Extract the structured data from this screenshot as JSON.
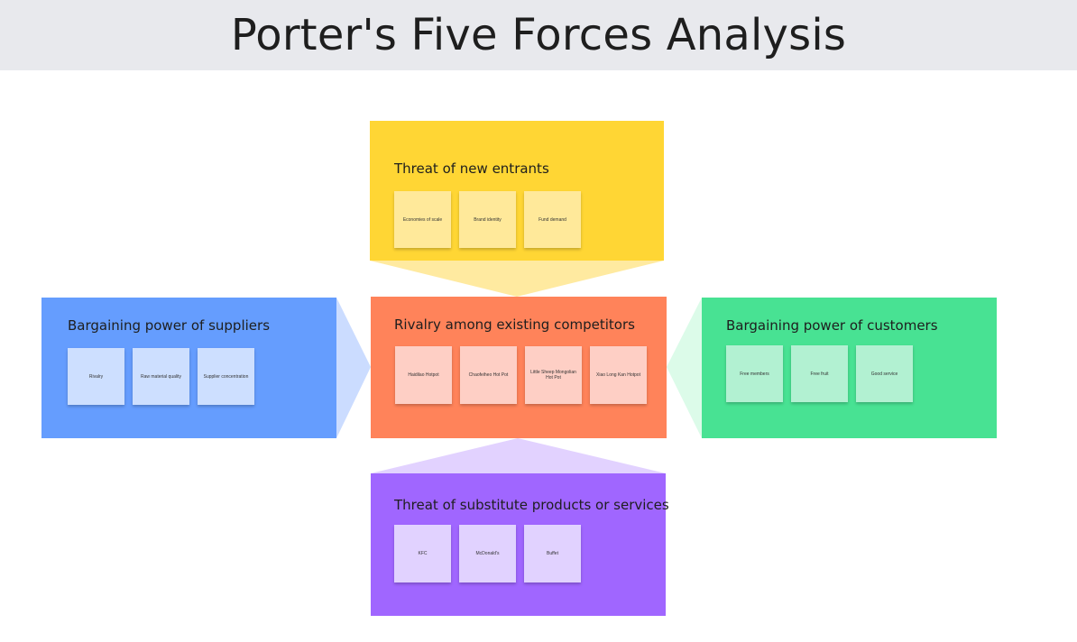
{
  "title": "Porter's Five Forces Analysis",
  "colors": {
    "header_bg": "#e8e9ed",
    "yellow": "#ffd634",
    "orange": "#ff835a",
    "blue": "#659dfe",
    "green": "#48e293",
    "purple": "#a066ff"
  },
  "forces": {
    "new_entrants": {
      "title": "Threat of new entrants",
      "notes": [
        "Economies of scale",
        "Brand identity",
        "Fund demand"
      ]
    },
    "rivalry": {
      "title": "Rivalry among existing competitors",
      "notes": [
        "Haidilao Hotpot",
        "Chaofeiheo Hot Pot",
        "Little Sheep Mongolian Hot Pot",
        "Xiao Long Kan Hotpot"
      ]
    },
    "suppliers": {
      "title": "Bargaining power of suppliers",
      "notes": [
        "Rivalry",
        "Raw material quality",
        "Supplier concentration"
      ]
    },
    "customers": {
      "title": "Bargaining power of customers",
      "notes": [
        "Free members",
        "Free fruit",
        "Good service"
      ]
    },
    "substitutes": {
      "title": "Threat of substitute products or services",
      "notes": [
        "KFC",
        "McDonald's",
        "Buffet"
      ]
    }
  }
}
